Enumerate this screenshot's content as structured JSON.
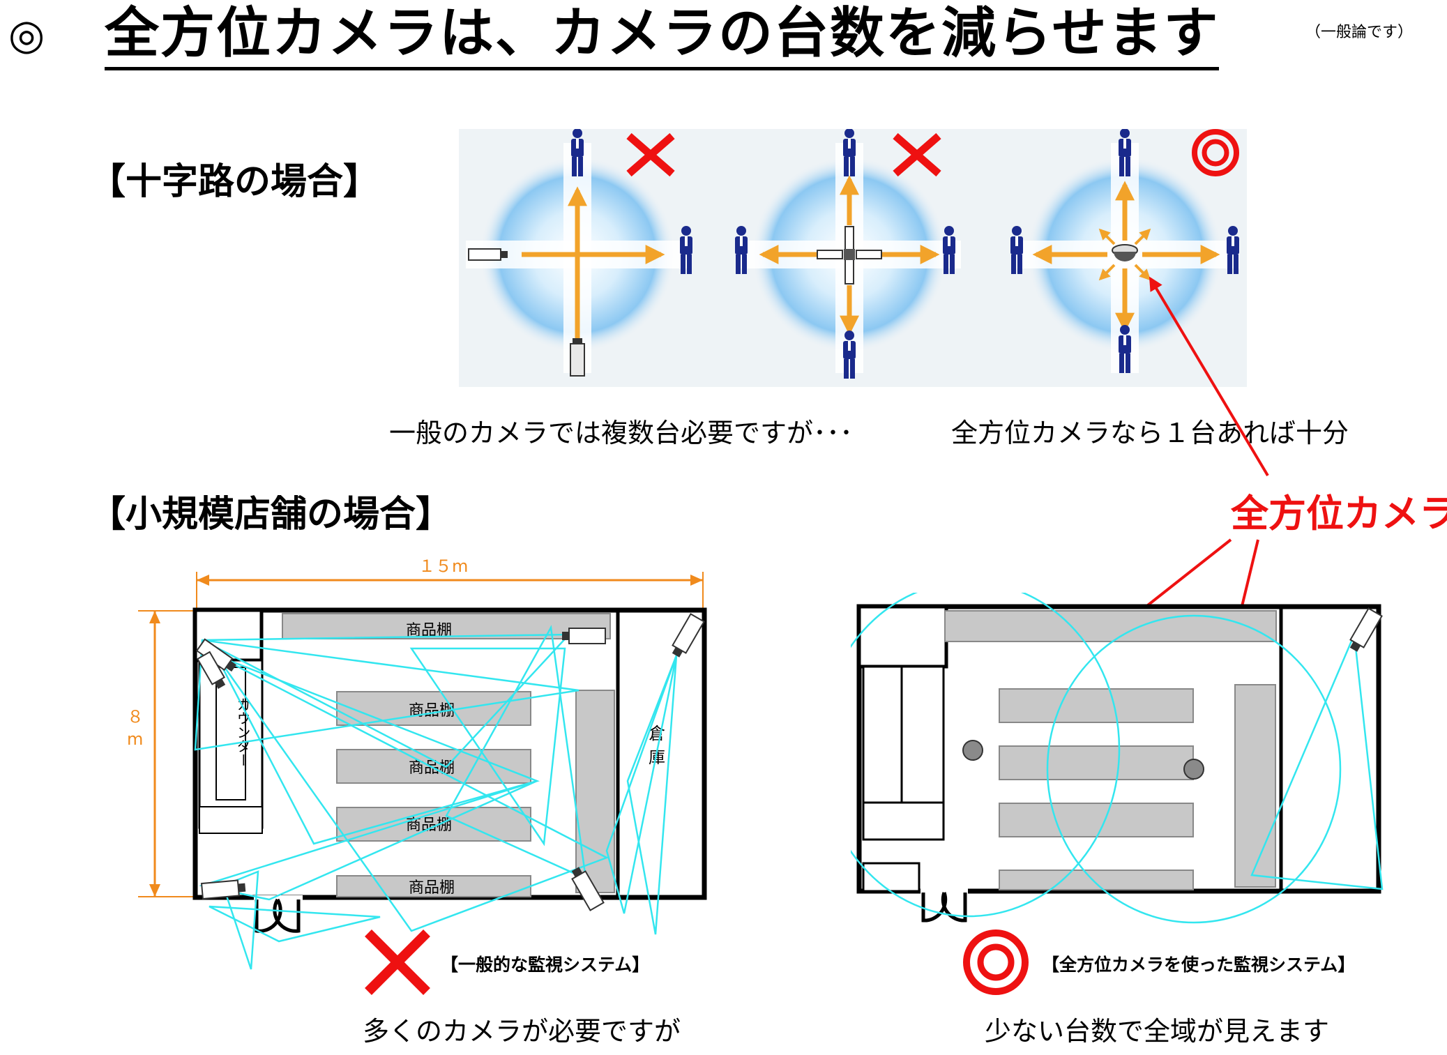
{
  "header": {
    "mark": "◎",
    "title": "全方位カメラは、カメラの台数を減らせます",
    "note": "（一般論です）"
  },
  "crossroad": {
    "heading": "【十字路の場合】",
    "caption_general": "一般のカメラでは複数台必要ですが･･･",
    "caption_omni": "全方位カメラなら１台あれば十分",
    "panels": [
      {
        "verdict": "✕"
      },
      {
        "verdict": "✕"
      },
      {
        "verdict": "◎"
      }
    ]
  },
  "callout": {
    "label": "全方位カメラ"
  },
  "store": {
    "heading": "【小規模店舗の場合】",
    "width_label": "１５m",
    "height_label_1": "８",
    "height_label_2": "m",
    "shelf_label": "商品棚",
    "counter_label": "カウンター",
    "storage_label_1": "倉",
    "storage_label_2": "庫",
    "left_verdict": "✕",
    "left_system": "【一般的な監視システム】",
    "left_caption": "多くのカメラが必要ですが",
    "right_verdict": "◎",
    "right_system": "【全方位カメラを使った監視システム】",
    "right_caption": "少ない台数で全域が見えます"
  },
  "colors": {
    "accent_red": "#ee1111",
    "arrow_orange": "#f2a32a",
    "person_navy": "#1a2a8c",
    "shelf_gray": "#c8c8c8",
    "fov_cyan": "#33e6ef",
    "dimension_orange": "#f08a1c"
  }
}
